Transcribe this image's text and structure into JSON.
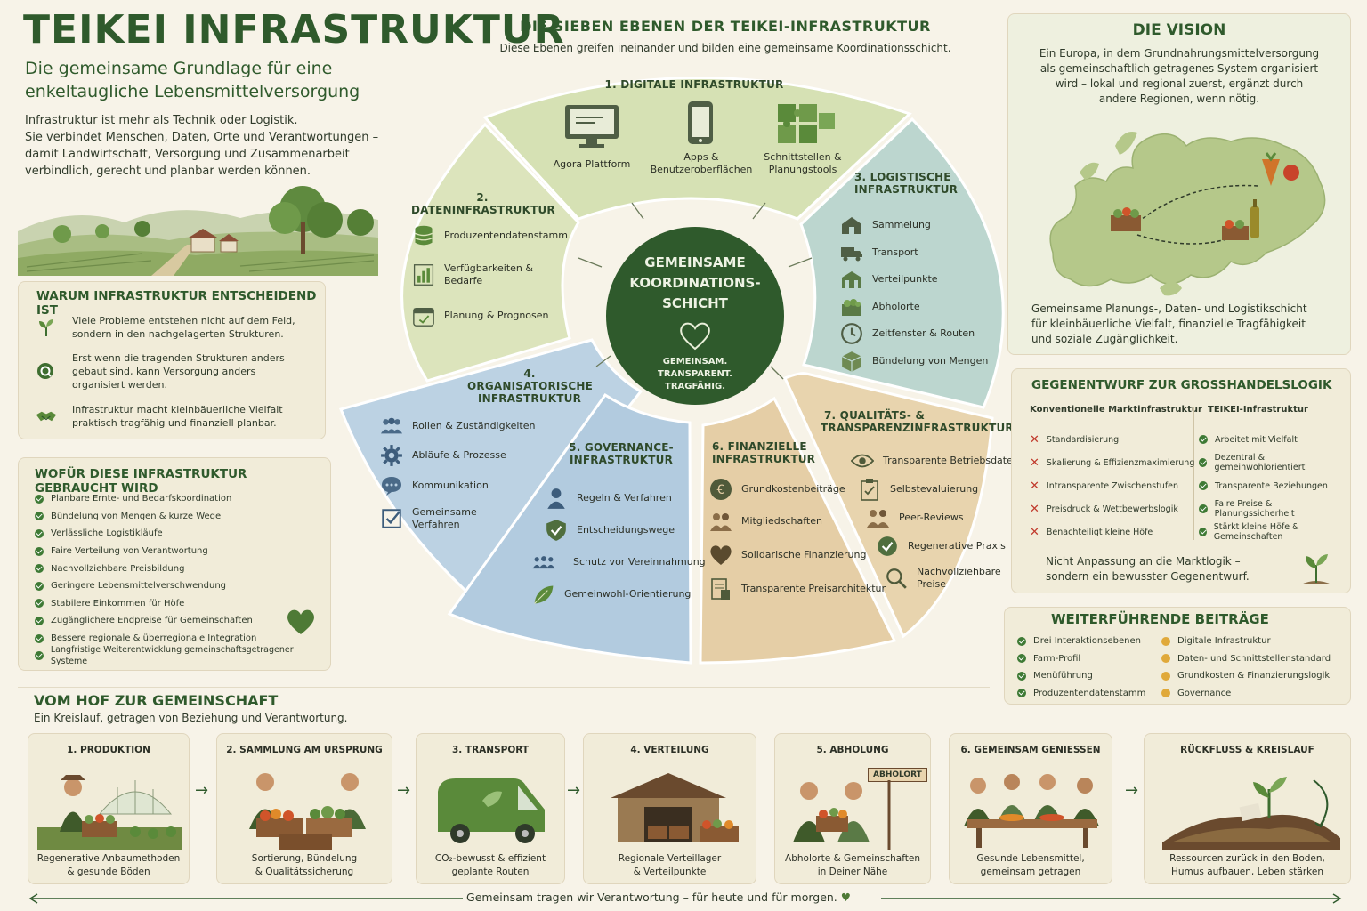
{
  "header": {
    "title": "TEIKEI INFRASTRUKTUR",
    "subtitle_line1": "Die gemeinsame Grundlage für eine",
    "subtitle_line2": "enkeltaugliche Lebensmittelversorgung",
    "intro_lines": [
      "Infrastruktur ist mehr als Technik oder Logistik.",
      "Sie verbindet Menschen, Daten, Orte und Verantwortungen –",
      "damit Landwirtschaft, Versorgung und Zusammenarbeit",
      "verbindlich, gerecht und planbar werden können."
    ]
  },
  "why": {
    "title": "WARUM INFRASTRUKTUR ENTSCHEIDEND IST",
    "items": [
      {
        "icon": "sprout-icon",
        "line1": "Viele Probleme entstehen nicht auf dem Feld,",
        "line2": "sondern in den nachgelagerten Strukturen."
      },
      {
        "icon": "magnifier-icon",
        "line1": "Erst wenn die tragenden Strukturen anders",
        "line2": "gebaut sind, kann Versorgung anders",
        "line3": "organisiert werden."
      },
      {
        "icon": "handshake-icon",
        "line1": "Infrastruktur macht kleinbäuerliche Vielfalt",
        "line2": "praktisch tragfähig und finanziell planbar."
      }
    ]
  },
  "uses": {
    "title": "WOFÜR DIESE INFRASTRUKTUR GEBRAUCHT WIRD",
    "items": [
      "Planbare Ernte- und Bedarfskoordination",
      "Bündelung von Mengen & kurze Wege",
      "Verlässliche Logistikläufe",
      "Faire Verteilung von Verantwortung",
      "Nachvollziehbare Preisbildung",
      "Geringere Lebensmittelverschwendung",
      "Stabilere Einkommen für Höfe",
      "Zugänglichere Endpreise für Gemeinschaften",
      "Bessere regionale & überregionale Integration",
      "Langfristige Weiterentwicklung gemeinschaftsgetragener Systeme"
    ]
  },
  "levels": {
    "title": "DIE SIEBEN EBENEN DER TEIKEI-INFRASTRUKTUR",
    "subtitle": "Diese Ebenen greifen ineinander und bilden eine gemeinsame Koordinationsschicht.",
    "center": {
      "line1": "GEMEINSAME",
      "line2": "KOORDINATIONS-",
      "line3": "SCHICHT",
      "motto1": "GEMEINSAM.",
      "motto2": "TRANSPARENT.",
      "motto3": "TRAGFÄHIG."
    },
    "l1": {
      "title": "1. DIGITALE INFRASTRUKTUR",
      "items": [
        "Agora Plattform",
        "Apps &",
        "Benutzeroberflächen",
        "Schnittstellen &",
        "Planungstools"
      ]
    },
    "l2": {
      "title": "2. DATENINFRASTRUKTUR",
      "items": [
        "Produzentendatenstamm",
        "Verfügbarkeiten &",
        "Bedarfe",
        "Planung & Prognosen"
      ]
    },
    "l3": {
      "title_line1": "3. LOGISTISCHE",
      "title_line2": "INFRASTRUKTUR",
      "items": [
        "Sammelung",
        "Transport",
        "Verteilpunkte",
        "Abholorte",
        "Zeitfenster & Routen",
        "Bündelung von Mengen"
      ]
    },
    "l4": {
      "title_line1": "4. ORGANISATORISCHE",
      "title_line2": "INFRASTRUKTUR",
      "items": [
        "Rollen & Zuständigkeiten",
        "Abläufe & Prozesse",
        "Kommunikation",
        "Gemeinsame",
        "Verfahren"
      ]
    },
    "l5": {
      "title_line1": "5. GOVERNANCE-",
      "title_line2": "INFRASTRUKTUR",
      "items": [
        "Regeln & Verfahren",
        "Entscheidungswege",
        "Schutz vor Vereinnahmung",
        "Gemeinwohl-Orientierung"
      ]
    },
    "l6": {
      "title_line1": "6. FINANZIELLE",
      "title_line2": "INFRASTRUKTUR",
      "items": [
        "Grundkostenbeiträge",
        "Mitgliedschaften",
        "Solidarische Finanzierung",
        "Transparente Preisarchitektur"
      ]
    },
    "l7": {
      "title_line1": "7. QUALITÄTS- &",
      "title_line2": "TRANSPARENZINFRASTRUKTUR",
      "items": [
        "Transparente Betriebsdaten",
        "Selbstevaluierung",
        "Peer-Reviews",
        "Regenerative Praxis",
        "Nachvollziehbare",
        "Preise"
      ]
    }
  },
  "vision": {
    "title": "DIE VISION",
    "lines": [
      "Ein Europa, in dem Grundnahrungsmittelversorgung",
      "als gemeinschaftlich getragenes System organisiert",
      "wird – lokal und regional zuerst, ergänzt durch",
      "andere Regionen, wenn nötig."
    ],
    "bottom_lines": [
      "Gemeinsame Planungs-, Daten- und Logistikschicht",
      "für kleinbäuerliche Vielfalt, finanzielle Tragfähigkeit",
      "und soziale Zugänglichkeit."
    ]
  },
  "counter": {
    "title": "GEGENENTWURF ZUR GROSSHANDELSLOGIK",
    "left_head": "Konventionelle Marktinfrastruktur",
    "right_head": "TEIKEI-Infrastruktur",
    "left": [
      "Standardisierung",
      "Skalierung & Effizienzmaximierung",
      "Intransparente Zwischenstufen",
      "Preisdruck & Wettbewerbslogik",
      "Benachteiligt kleine Höfe"
    ],
    "right": [
      "Arbeitet mit Vielfalt",
      "Dezentral & gemeinwohlorientiert",
      "Transparente Beziehungen",
      "Faire Preise & Planungssicherheit",
      "Stärkt kleine Höfe & Gemeinschaften"
    ],
    "footer_line1": "Nicht Anpassung an die Marktlogik –",
    "footer_line2": "sondern ein bewusster Gegenentwurf."
  },
  "further": {
    "title": "WEITERFÜHRENDE BEITRÄGE",
    "left": [
      "Drei Interaktionsebenen",
      "Farm-Profil",
      "Menüführung",
      "Produzentendatenstamm"
    ],
    "right": [
      "Digitale Infrastruktur",
      "Daten- und Schnittstellenstandard",
      "Grundkosten & Finanzierungslogik",
      "Governance"
    ]
  },
  "flow": {
    "title": "VOM HOF ZUR GEMEINSCHAFT",
    "subtitle": "Ein Kreislauf, getragen von Beziehung und Verantwortung.",
    "steps": [
      {
        "title": "1. PRODUKTION",
        "cap1": "Regenerative Anbaumethoden",
        "cap2": "& gesunde Böden"
      },
      {
        "title": "2. SAMMLUNG AM URSPRUNG",
        "cap1": "Sortierung, Bündelung",
        "cap2": "& Qualitätssicherung"
      },
      {
        "title": "3. TRANSPORT",
        "cap1": "CO₂-bewusst & effizient",
        "cap2": "geplante Routen"
      },
      {
        "title": "4. VERTEILUNG",
        "cap1": "Regionale Verteillager",
        "cap2": "& Verteilpunkte"
      },
      {
        "title": "5. ABHOLUNG",
        "cap1": "Abholorte & Gemeinschaften",
        "cap2": "in Deiner Nähe",
        "sign": "ABHOLORT"
      },
      {
        "title": "6. GEMEINSAM GENIESSEN",
        "cap1": "Gesunde Lebensmittel,",
        "cap2": "gemeinsam getragen"
      },
      {
        "title": "RÜCKFLUSS & KREISLAUF",
        "cap1": "Ressourcen zurück in den Boden,",
        "cap2": "Humus aufbauen, Leben stärken"
      }
    ],
    "footer": "Gemeinsam tragen wir Verantwortung – für heute und für morgen."
  },
  "colors": {
    "dark_green": "#2f5a2c",
    "l1": "#d8e2b8",
    "l2": "#dde5bd",
    "l3": "#bcd6d0",
    "l4": "#bcd2e2",
    "l5": "#b4cde0",
    "l6": "#e6cfa7",
    "l7": "#e8d3ad",
    "center": "#2f5a2c"
  }
}
